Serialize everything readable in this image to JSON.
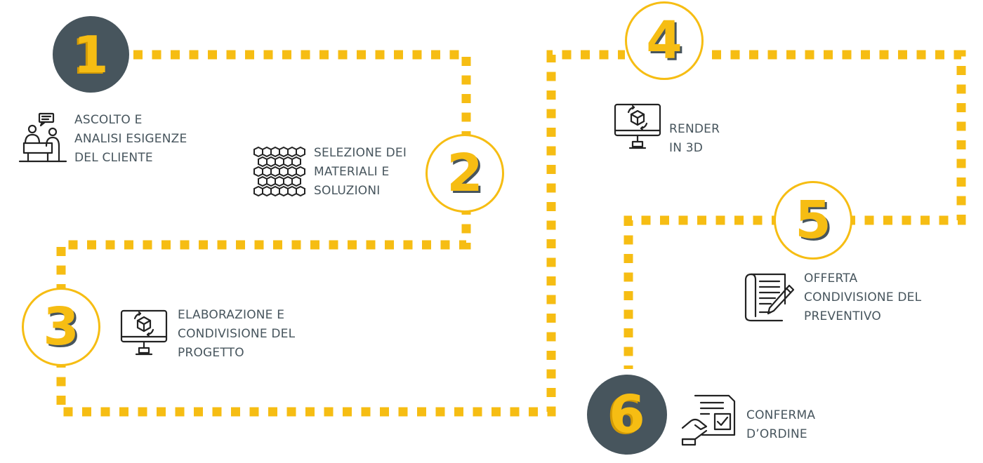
{
  "colors": {
    "accent": "#f6bd13",
    "dark": "#47555d",
    "icon": "#222222"
  },
  "steps": [
    {
      "number": "1",
      "lines": [
        "ASCOLTO E",
        "ANALISI ESIGENZE",
        "DEL CLIENTE"
      ],
      "icon": "meeting-icon"
    },
    {
      "number": "2",
      "lines": [
        "SELEZIONE DEI",
        "MATERIALI E",
        "SOLUZIONI"
      ],
      "icon": "honeycomb-icon"
    },
    {
      "number": "3",
      "lines": [
        "ELABORAZIONE E",
        "CONDIVISIONE DEL",
        "PROGETTO"
      ],
      "icon": "monitor-3d-icon"
    },
    {
      "number": "4",
      "lines": [
        "RENDER",
        "IN 3D"
      ],
      "icon": "monitor-3d-icon"
    },
    {
      "number": "5",
      "lines": [
        "OFFERTA",
        "CONDIVISIONE DEL",
        "PREVENTIVO"
      ],
      "icon": "document-pen-icon"
    },
    {
      "number": "6",
      "lines": [
        "CONFERMA",
        "D’ORDINE"
      ],
      "icon": "order-confirm-icon"
    }
  ]
}
